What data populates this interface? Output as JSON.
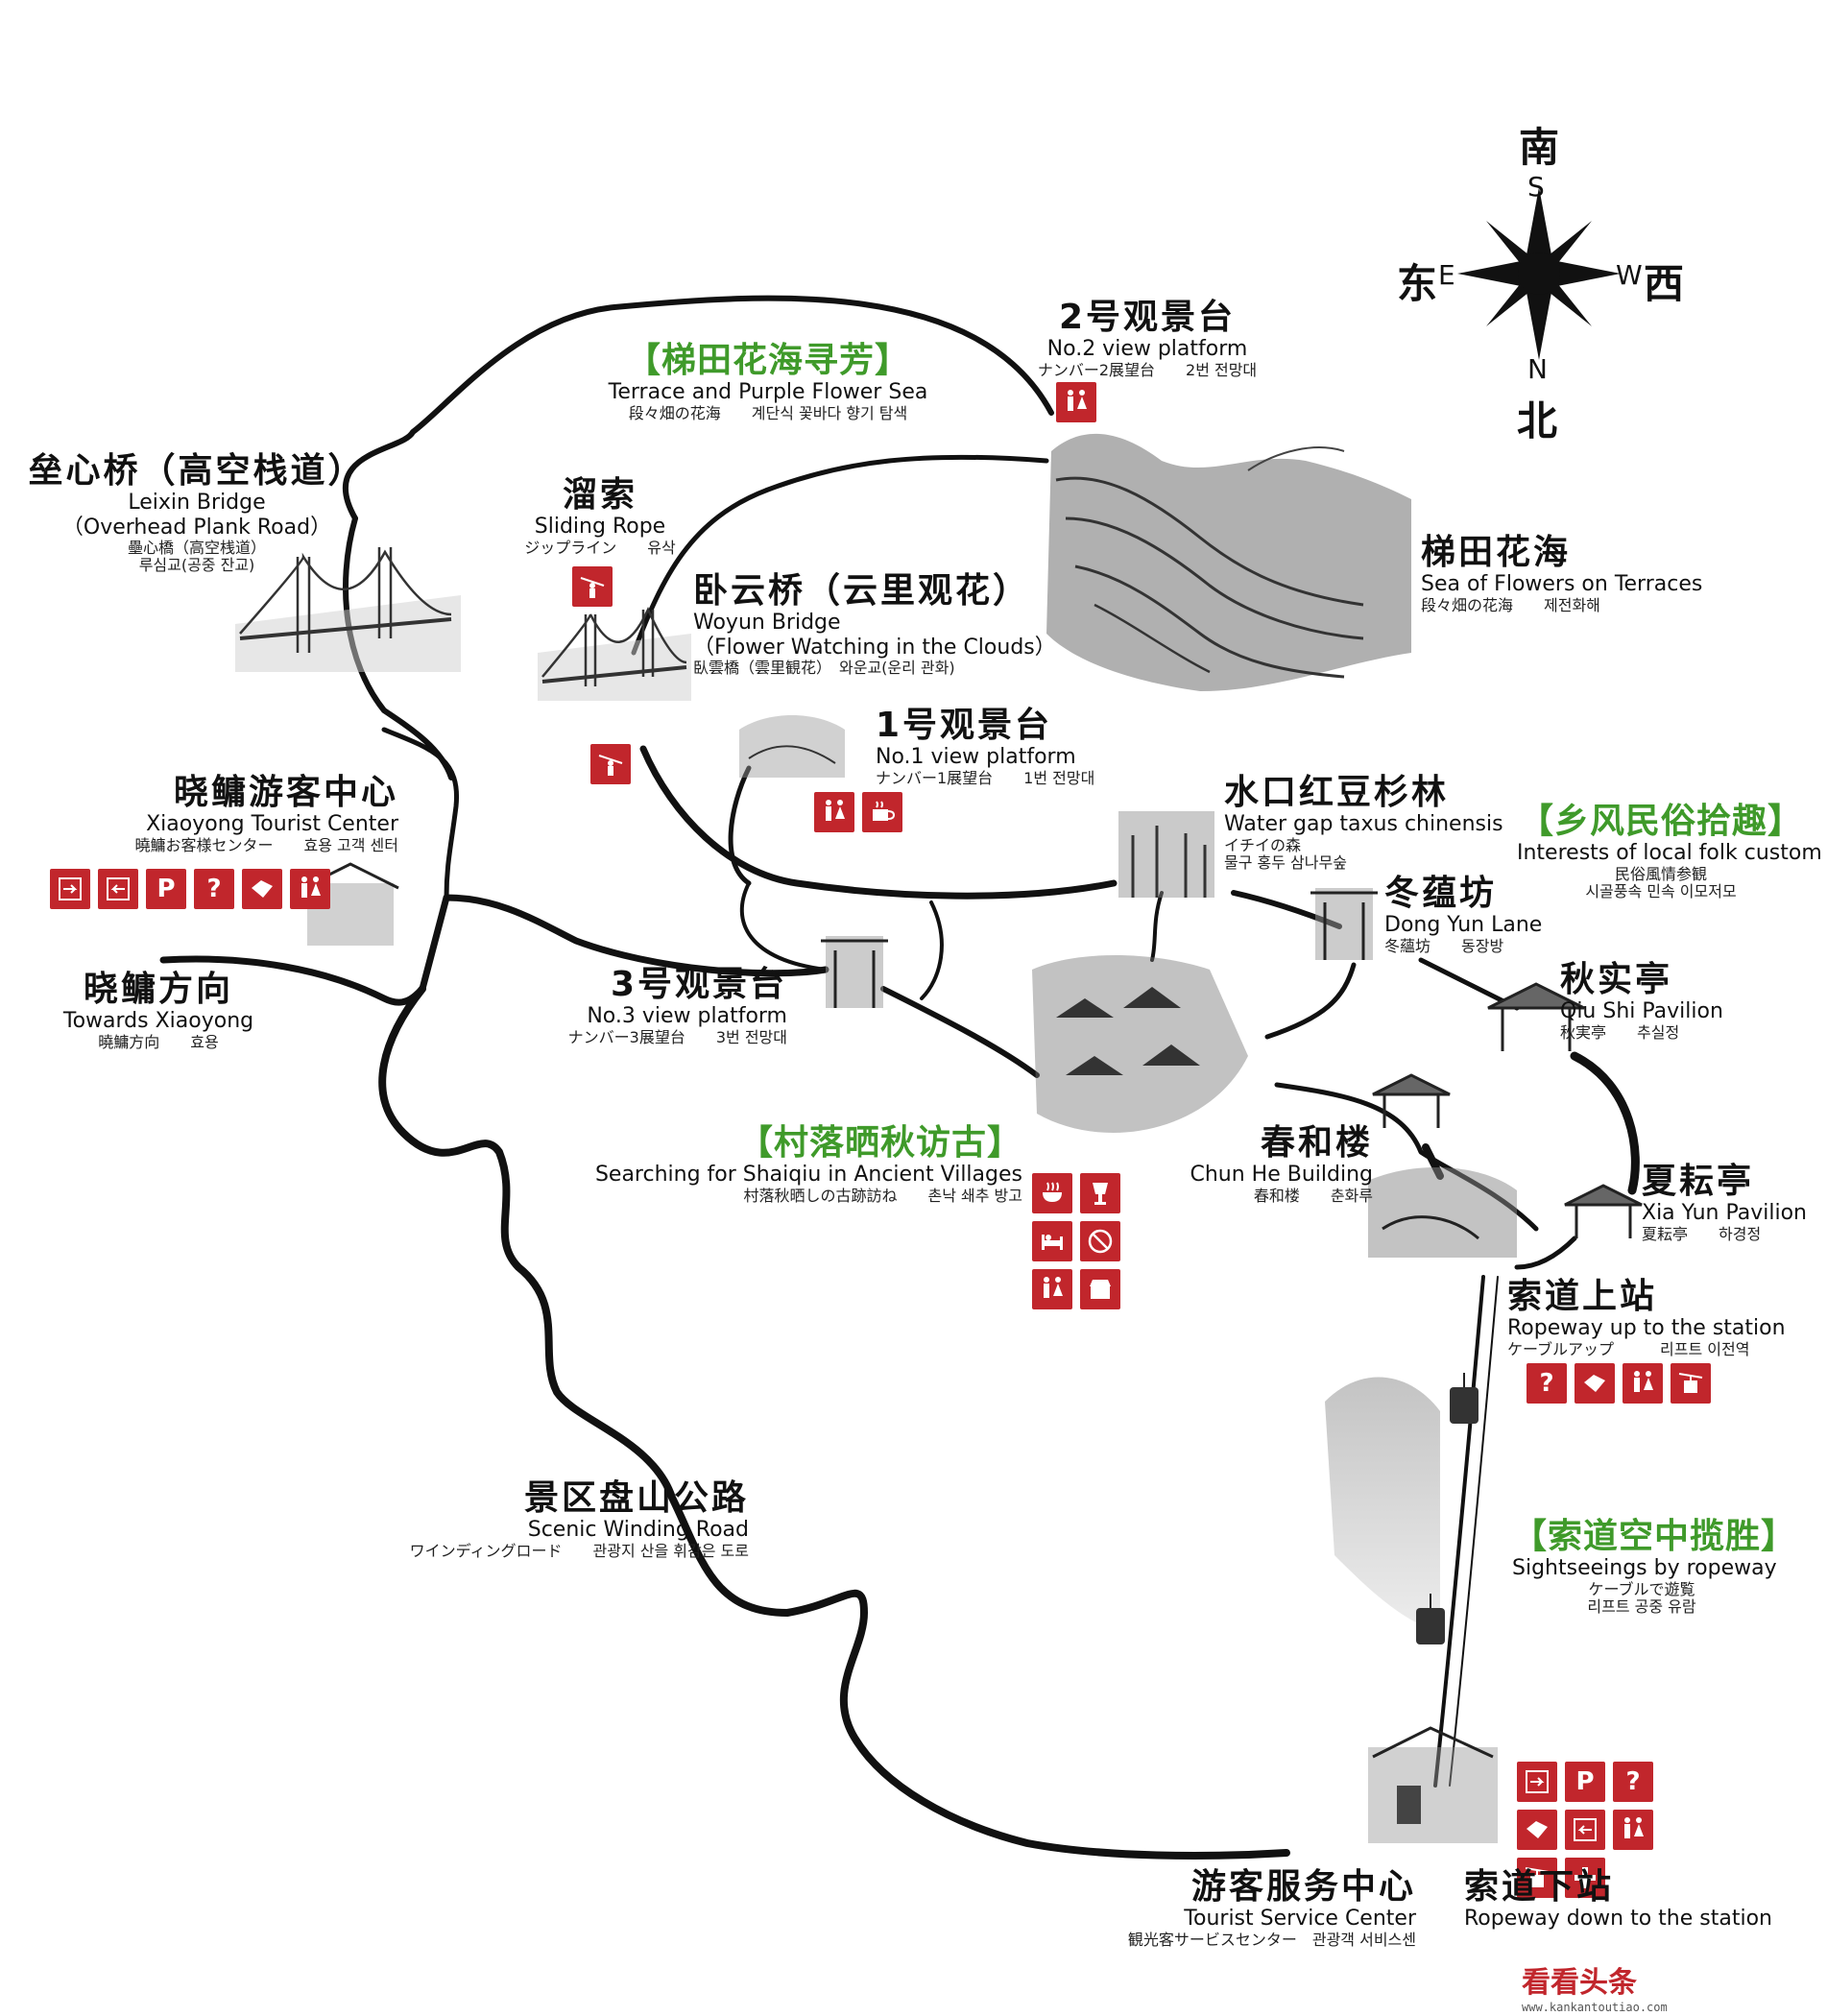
{
  "compass": {
    "south_zh": "南",
    "south": "S",
    "east_zh": "东",
    "east": "E",
    "west": "W",
    "west_zh": "西",
    "north": "N",
    "north_zh": "北"
  },
  "colors": {
    "accent_red": "#c1262c",
    "theme_green": "#3f9a2a",
    "road": "#111111"
  },
  "labels": {
    "leixin": {
      "zh": "垒心桥（高空栈道）",
      "en1": "Leixin Bridge",
      "en2": "（Overhead Plank Road）",
      "sub1": "壘心橋（高空桟道）",
      "sub2": "루심교(공중 잔교)"
    },
    "terrace_theme": {
      "zh": "【梯田花海寻芳】",
      "en": "Terrace and Purple Flower Sea",
      "sub": "段々畑の花海　　계단식 꽃바다 향기 탐색"
    },
    "platform2": {
      "zh": "2号观景台",
      "en": "No.2 view platform",
      "sub": "ナンバー2展望台　　2번 전망대"
    },
    "sliding": {
      "zh": "溜索",
      "en": "Sliding Rope",
      "sub": "ジップライン　　유삭"
    },
    "terrace": {
      "zh": "梯田花海",
      "en": "Sea of Flowers on Terraces",
      "sub": "段々畑の花海　　제전화해"
    },
    "woyun": {
      "zh": "卧云桥（云里观花）",
      "en1": "Woyun Bridge",
      "en2": "（Flower Watching in the Clouds）",
      "sub": "臥雲橋（雲里観花）　와운교(운리 관화)"
    },
    "platform1": {
      "zh": "1号观景台",
      "en": "No.1 view platform",
      "sub": "ナンバー1展望台　　1번 전망대"
    },
    "xiaoyong_center": {
      "zh": "晓鳙游客中心",
      "en": "Xiaoyong Tourist Center",
      "sub": "曉鱅お客様センター　　효용 고객 센터"
    },
    "taxus": {
      "zh": "水口红豆杉林",
      "en": "Water gap taxus chinensis",
      "sub1": "イチイの森",
      "sub2": "물구 홍두 삼나무숲"
    },
    "folk_theme": {
      "zh": "【乡风民俗拾趣】",
      "en": "Interests of local folk custom",
      "sub1": "民俗風情参観",
      "sub2": "시골풍속 민속 이모저모"
    },
    "dongyun": {
      "zh": "冬蕴坊",
      "en": "Dong Yun Lane",
      "sub": "冬蘊坊　　동장방"
    },
    "towards": {
      "zh": "晓鳙方向",
      "en": "Towards Xiaoyong",
      "sub": "曉鱅方向　　효용"
    },
    "platform3": {
      "zh": "3号观景台",
      "en": "No.3 view platform",
      "sub": "ナンバー3展望台　　3번 전망대"
    },
    "qiushi": {
      "zh": "秋实亭",
      "en": "Qiu Shi Pavilion",
      "sub": "秋実亭　　추실정"
    },
    "village_theme": {
      "zh": "【村落晒秋访古】",
      "en": "Searching for Shaiqiu in Ancient Villages",
      "sub": "村落秋晒しの古跡訪ね　　촌낙 쇄추 방고"
    },
    "chunhe": {
      "zh": "春和楼",
      "en": "Chun He Building",
      "sub": "春和楼　　춘화루"
    },
    "xiayun": {
      "zh": "夏耘亭",
      "en": "Xia Yun Pavilion",
      "sub": "夏耘亭　　하경정"
    },
    "ropeway_up": {
      "zh": "索道上站",
      "en": "Ropeway up to the station",
      "sub": "ケーブルアップ　　　리프트 이전역"
    },
    "winding": {
      "zh": "景区盘山公路",
      "en": "Scenic Winding Road",
      "sub": "ワインディングロード　　관광지 산을 휘감은 도로"
    },
    "ropeway_theme": {
      "zh": "【索道空中揽胜】",
      "en": "Sightseeings by ropeway",
      "sub1": "ケーブルで遊覧",
      "sub2": "리프트 공중 유람"
    },
    "service": {
      "zh": "游客服务中心",
      "en": "Tourist Service Center",
      "sub": "観光客サービスセンター　관광객 서비스센"
    },
    "ropeway_down": {
      "zh": "索道下站",
      "en": "Ropeway down to the station"
    }
  },
  "icons": {
    "restroom": "restroom-icon",
    "zipline": "zipline-icon",
    "tea": "tea-icon",
    "entrance": "entrance-icon",
    "exit": "exit-icon",
    "parking": "P",
    "info": "?",
    "ticket": "ticket-icon",
    "food": "food-icon",
    "drink": "drink-icon",
    "lodging": "bed-icon",
    "nosmoking": "no-smoking-icon",
    "shop": "shop-icon",
    "cable": "cablecar-icon",
    "firstaid": "first-aid-icon"
  },
  "watermark": {
    "main": "看看头条",
    "url": "www.kankantoutiao.com"
  }
}
